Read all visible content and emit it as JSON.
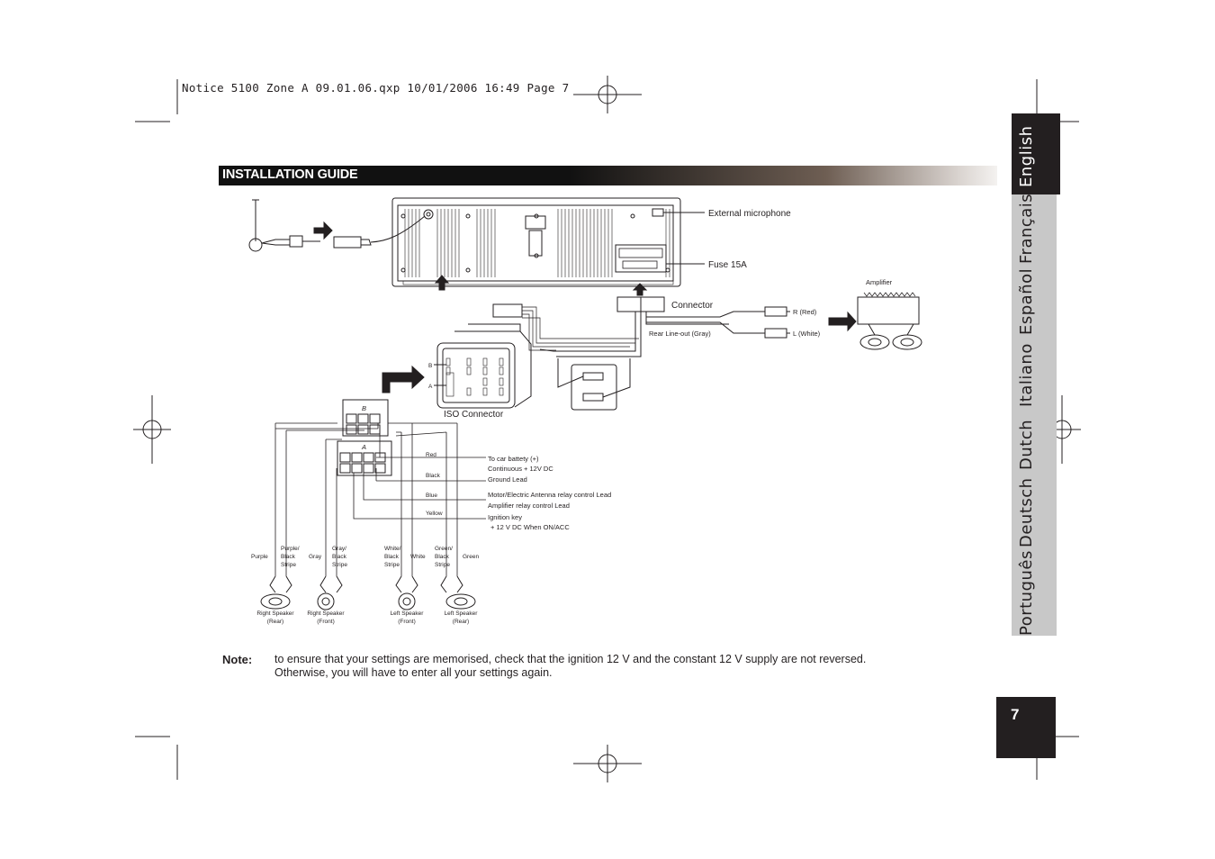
{
  "slug": "Notice 5100 Zone A 09.01.06.qxp  10/01/2006  16:49  Page 7",
  "section_title": "INSTALLATION GUIDE",
  "languages": [
    "Português",
    "Deutsch",
    "Dutch",
    "Italiano",
    "Español",
    "Français",
    "English"
  ],
  "active_language": "English",
  "page_number": "7",
  "diagram": {
    "external_microphone": "External microphone",
    "fuse": "Fuse 15A",
    "connector": "Connector",
    "rear_line_out": "Rear Line-out (Gray)",
    "r_red": "R (Red)",
    "l_white": "L (White)",
    "amplifier": "Amplifier",
    "iso_connector": "ISO Connector",
    "block_b": "B",
    "block_a": "A",
    "iso_label_b": "B",
    "iso_label_a": "A",
    "wires": {
      "red": "Red",
      "black": "Black",
      "blue": "Blue",
      "yellow": "Yellow"
    },
    "functions": {
      "battery_1": "To car battety (+)",
      "battery_2": "Continuous  + 12V DC",
      "ground": "Ground Lead",
      "antenna": "Motor/Electric Antenna relay control Lead",
      "amp_relay": "Amplifier relay control Lead",
      "ignition_1": "Ignition key",
      "ignition_2": "+ 12 V DC When  ON/ACC"
    },
    "speaker_wires": [
      [
        "Purple"
      ],
      [
        "Purple/",
        "Black",
        "Stripe"
      ],
      [
        "Gray"
      ],
      [
        "Gray/",
        "Black",
        "Stripe"
      ],
      [
        "White/",
        "Black",
        "Stripe"
      ],
      [
        "White"
      ],
      [
        "Green/",
        "Black",
        "Stripe"
      ],
      [
        "Green"
      ]
    ],
    "speakers": [
      [
        "Right Speaker",
        "(Rear)"
      ],
      [
        "Right Speaker",
        "(Front)"
      ],
      [
        "Left Speaker",
        "(Front)"
      ],
      [
        "Left Speaker",
        "(Rear)"
      ]
    ]
  },
  "note": {
    "label": "Note:",
    "line1": "to ensure that your settings are memorised, check that the ignition 12 V and the constant 12 V supply are not reversed.",
    "line2": "Otherwise, you will have to enter all your settings again."
  }
}
